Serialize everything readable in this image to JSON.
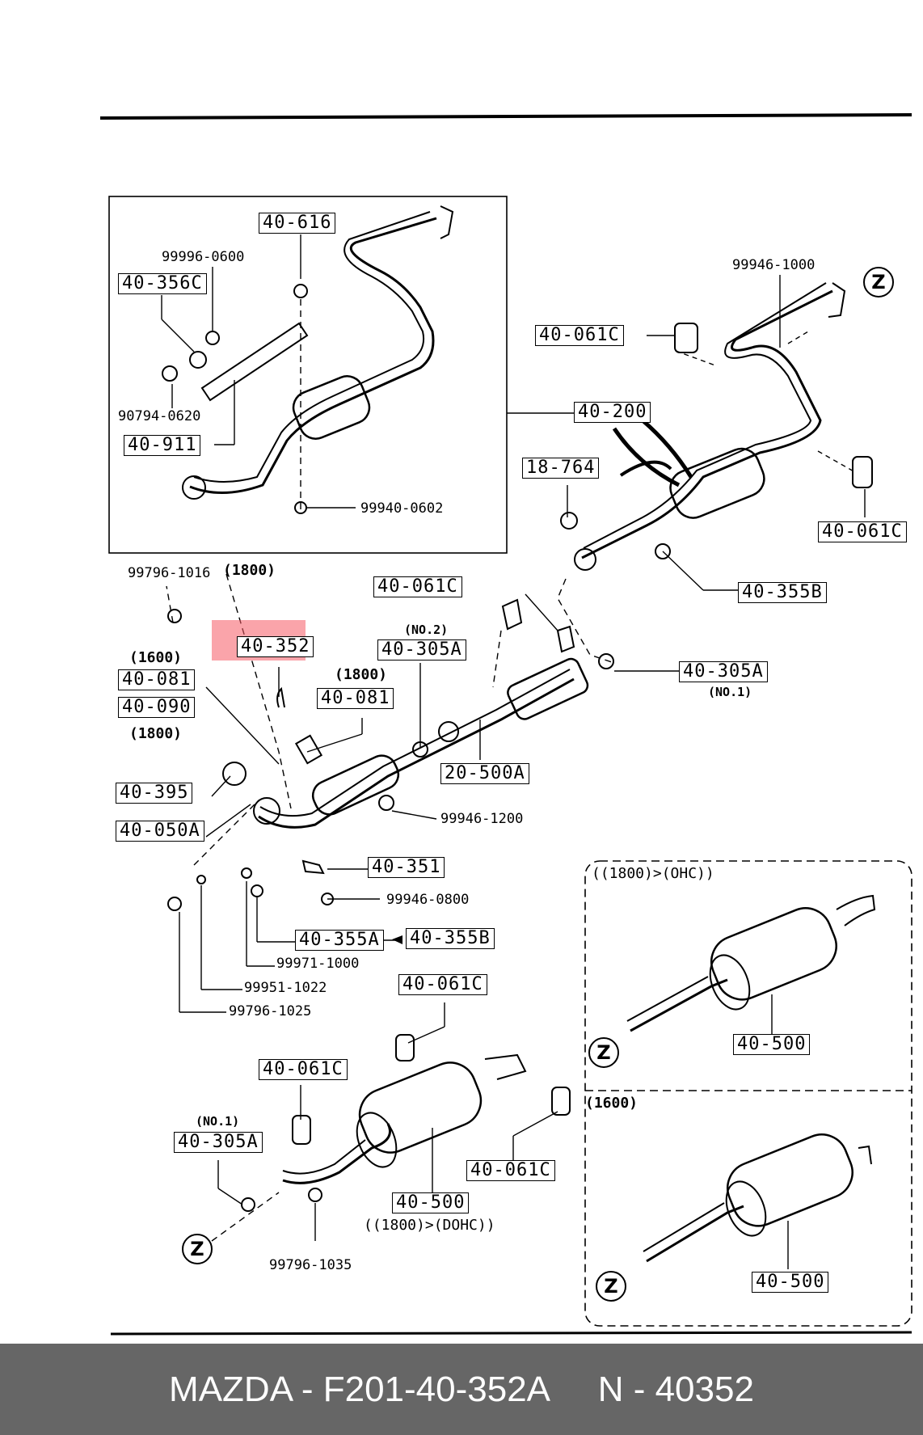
{
  "highlight_color": "#f55a64",
  "labels": {
    "l40_616": "40-616",
    "l40_356C": "40-356C",
    "l40_911": "40-911",
    "l40_200": "40-200",
    "l40_061C_a": "40-061C",
    "l18_764": "18-764",
    "l40_061C_b": "40-061C",
    "l40_355B_a": "40-355B",
    "l40_061C_c": "40-061C",
    "l40_352": "40-352",
    "l40_305A_no2": "40-305A",
    "l40_305A_no1a": "40-305A",
    "l40_081_a": "40-081",
    "l40_090": "40-090",
    "l40_081_b": "40-081",
    "l20_500A": "20-500A",
    "l40_395": "40-395",
    "l40_050A": "40-050A",
    "l40_351": "40-351",
    "l40_355A": "40-355A",
    "l40_355B_b": "40-355B",
    "l40_061C_d": "40-061C",
    "l40_061C_e": "40-061C",
    "l40_305A_no1b": "40-305A",
    "l40_061C_f": "40-061C",
    "l40_500_a": "40-500",
    "l40_500_b": "40-500",
    "l40_500_c": "40-500"
  },
  "numbers": {
    "n99996_0600": "99996-0600",
    "n90794_0620": "90794-0620",
    "n99940_0602": "99940-0602",
    "n99946_1000": "99946-1000",
    "n99796_1016": "99796-1016",
    "n99946_1200": "99946-1200",
    "n99946_0800": "99946-0800",
    "n99971_1000": "99971-1000",
    "n99951_1022": "99951-1022",
    "n99796_1025": "99796-1025",
    "n99796_1035": "99796-1035"
  },
  "notes": {
    "t1800_a": "(1800)",
    "t1600_a": "(1600)",
    "t1800_b": "(1800)",
    "t1800_c": "(1800)",
    "tno2": "(NO.2)",
    "tno1_a": "(NO.1)",
    "tno1_b": "(NO.1)",
    "t1800ohc": "((1800)>(OHC))",
    "t1600_b": "(1600)",
    "t1800dohc": "((1800)>(DOHC))"
  },
  "z_marker": "Z",
  "footer": {
    "text": "MAZDA - F201-40-352A     N - 40352"
  }
}
